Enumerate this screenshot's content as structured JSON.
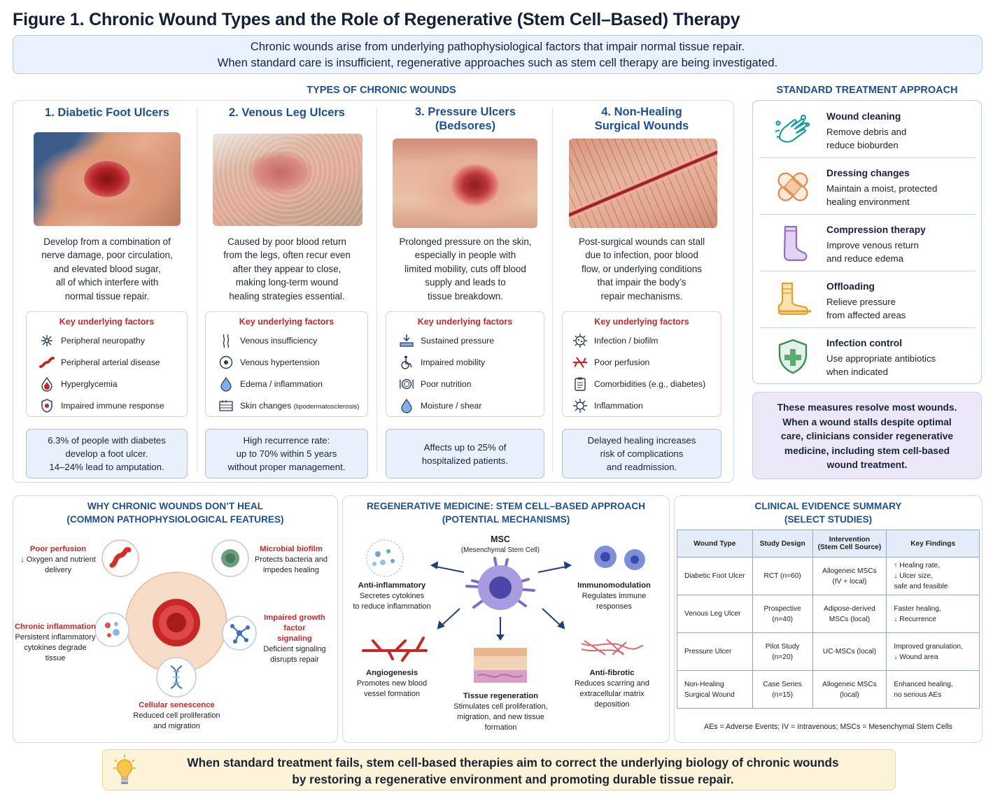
{
  "title": "Figure 1. Chronic Wound Types and the Role of Regenerative (Stem Cell–Based) Therapy",
  "intro": {
    "line1": "Chronic wounds arise from underlying pathophysiological factors that impair normal tissue repair.",
    "line2": "When standard care is insufficient, regenerative approaches such as stem cell therapy are being investigated."
  },
  "types_heading": "TYPES OF CHRONIC WOUNDS",
  "key_factors_title": "Key underlying factors",
  "wounds": [
    {
      "title1": "1. Diabetic Foot Ulcers",
      "title2": "",
      "desc": [
        "Develop from a combination of",
        "nerve damage, poor circulation,",
        "and elevated blood sugar,",
        "all of which interfere with",
        "normal tissue repair."
      ],
      "factors": [
        {
          "icon": "nerve-icon",
          "label": "Peripheral neuropathy"
        },
        {
          "icon": "artery-icon",
          "label": "Peripheral arterial disease"
        },
        {
          "icon": "blood-drop-icon",
          "label": "Hyperglycemia"
        },
        {
          "icon": "shield-icon",
          "label": "Impaired immune response"
        }
      ],
      "stat": [
        "6.3% of people with diabetes",
        "develop a foot ulcer.",
        "14–24% lead to amputation."
      ]
    },
    {
      "title1": "2. Venous Leg Ulcers",
      "title2": "",
      "desc": [
        "Caused by poor blood return",
        "from the legs, often recur even",
        "after they appear to close,",
        "making long-term wound",
        "healing strategies essential."
      ],
      "factors": [
        {
          "icon": "vein-icon",
          "label": "Venous insufficiency"
        },
        {
          "icon": "pressure-gauge-icon",
          "label": "Venous hypertension"
        },
        {
          "icon": "droplet-icon",
          "label": "Edema / inflammation"
        },
        {
          "icon": "skin-layers-icon",
          "label": "Skin changes",
          "small": "(lipodermatosclerosis)"
        }
      ],
      "stat": [
        "High recurrence rate:",
        "up to 70% within 5 years",
        "without proper management."
      ]
    },
    {
      "title1": "3. Pressure Ulcers",
      "title2": "(Bedsores)",
      "desc": [
        "Prolonged pressure on the skin,",
        "especially in people with",
        "limited mobility, cuts off blood",
        "supply and leads to",
        "tissue breakdown."
      ],
      "factors": [
        {
          "icon": "pressure-arrow-icon",
          "label": "Sustained pressure"
        },
        {
          "icon": "wheelchair-icon",
          "label": "Impaired mobility"
        },
        {
          "icon": "plate-icon",
          "label": "Poor nutrition"
        },
        {
          "icon": "moisture-icon",
          "label": "Moisture / shear"
        }
      ],
      "stat": [
        "Affects up to 25% of",
        "hospitalized patients."
      ]
    },
    {
      "title1": "4. Non-Healing",
      "title2": "Surgical Wounds",
      "desc": [
        "Post-surgical wounds can stall",
        "due to infection, poor blood",
        "flow, or underlying conditions",
        "that impair the body’s",
        "repair mechanisms."
      ],
      "factors": [
        {
          "icon": "germ-icon",
          "label": "Infection / biofilm"
        },
        {
          "icon": "vessel-icon",
          "label": "Poor perfusion"
        },
        {
          "icon": "clipboard-icon",
          "label": "Comorbidities (e.g., diabetes)"
        },
        {
          "icon": "inflammation-icon",
          "label": "Inflammation"
        }
      ],
      "stat": [
        "Delayed healing increases",
        "risk of complications",
        "and readmission."
      ]
    }
  ],
  "standard": {
    "heading": "STANDARD TREATMENT APPROACH",
    "items": [
      {
        "icon": "hand-wash-icon",
        "title": "Wound cleaning",
        "desc": [
          "Remove debris and",
          "reduce bioburden"
        ]
      },
      {
        "icon": "bandage-icon",
        "title": "Dressing changes",
        "desc": [
          "Maintain a moist, protected",
          "healing environment"
        ]
      },
      {
        "icon": "compression-sock-icon",
        "title": "Compression therapy",
        "desc": [
          "Improve venous return",
          "and reduce edema"
        ]
      },
      {
        "icon": "boot-icon",
        "title": "Offloading",
        "desc": [
          "Relieve pressure",
          "from affected areas"
        ]
      },
      {
        "icon": "shield-cross-icon",
        "title": "Infection control",
        "desc": [
          "Use appropriate antibiotics",
          "when indicated"
        ]
      }
    ],
    "note": [
      "These measures resolve most wounds.",
      "When a wound stalls despite optimal",
      "care, clinicians consider regenerative",
      "medicine, including stem cell-based",
      "wound treatment."
    ]
  },
  "why": {
    "heading1": "WHY CHRONIC WOUNDS DON’T HEAL",
    "heading2": "(COMMON PATHOPHYSIOLOGICAL FEATURES)",
    "items": [
      {
        "title": "Poor perfusion",
        "desc": [
          "↓ Oxygen and nutrient",
          "delivery"
        ]
      },
      {
        "title": "Microbial biofilm",
        "desc": [
          "Protects bacteria and",
          "impedes healing"
        ]
      },
      {
        "title": "Chronic inflammation",
        "desc": [
          "Persistent inflammatory",
          "cytokines degrade",
          "tissue"
        ]
      },
      {
        "title": "Impaired growth factor",
        "title2": "signaling",
        "desc": [
          "Deficient signaling",
          "disrupts repair"
        ]
      },
      {
        "title": "Cellular senescence",
        "desc": [
          "Reduced cell proliferation",
          "and migration"
        ]
      }
    ]
  },
  "regen": {
    "heading1": "REGENERATIVE MEDICINE: STEM CELL–BASED APPROACH",
    "heading2": "(POTENTIAL MECHANISMS)",
    "center_title": "MSC",
    "center_sub": "(Mesenchymal Stem Cell)",
    "mechanisms": [
      {
        "title": "Anti-inflammatory",
        "desc": [
          "Secretes cytokines",
          "to reduce inflammation"
        ]
      },
      {
        "title": "Immunomodulation",
        "desc": [
          "Regulates immune",
          "responses"
        ]
      },
      {
        "title": "Angiogenesis",
        "desc": [
          "Promotes new blood",
          "vessel formation"
        ]
      },
      {
        "title": "Tissue regeneration",
        "desc": [
          "Stimulates cell proliferation,",
          "migration, and new tissue",
          "formation"
        ]
      },
      {
        "title": "Anti-fibrotic",
        "desc": [
          "Reduces scarring and",
          "extracellular matrix",
          "deposition"
        ]
      }
    ]
  },
  "evidence": {
    "heading1": "CLINICAL EVIDENCE SUMMARY",
    "heading2": "(SELECT STUDIES)",
    "headers": [
      "Wound Type",
      "Study Design",
      "Intervention",
      "(Stem Cell Source)",
      "Key Findings"
    ],
    "rows": [
      {
        "wound": [
          "Diabetic Foot Ulcer"
        ],
        "design": [
          "RCT (n=60)"
        ],
        "intervention": [
          "Allogeneic MSCs",
          "(IV + local)"
        ],
        "findings": [
          "↑ Healing rate,",
          "↓ Ulcer size,",
          "safe and feasible"
        ]
      },
      {
        "wound": [
          "Venous Leg Ulcer"
        ],
        "design": [
          "Prospective",
          "(n=40)"
        ],
        "intervention": [
          "Adipose-derived",
          "MSCs (local)"
        ],
        "findings": [
          "Faster healing,",
          "↓ Recurrence"
        ]
      },
      {
        "wound": [
          "Pressure Ulcer"
        ],
        "design": [
          "Pilot Study",
          "(n=20)"
        ],
        "intervention": [
          "UC-MSCs (local)"
        ],
        "findings": [
          "Improved granulation,",
          "↓ Wound area"
        ]
      },
      {
        "wound": [
          "Non-Healing",
          "Surgical Wound"
        ],
        "design": [
          "Case Series",
          "(n=15)"
        ],
        "intervention": [
          "Allogeneic MSCs",
          "(local)"
        ],
        "findings": [
          "Enhanced healing,",
          "no serious AEs"
        ]
      }
    ],
    "footnote": "AEs = Adverse Events; IV = Intravenous; MSCs = Mesenchymal Stem Cells"
  },
  "footer": {
    "line1": "When standard treatment fails, stem cell-based therapies aim to correct the underlying biology of chronic wounds",
    "line2": "by restoring a regenerative environment and promoting durable tissue repair."
  }
}
